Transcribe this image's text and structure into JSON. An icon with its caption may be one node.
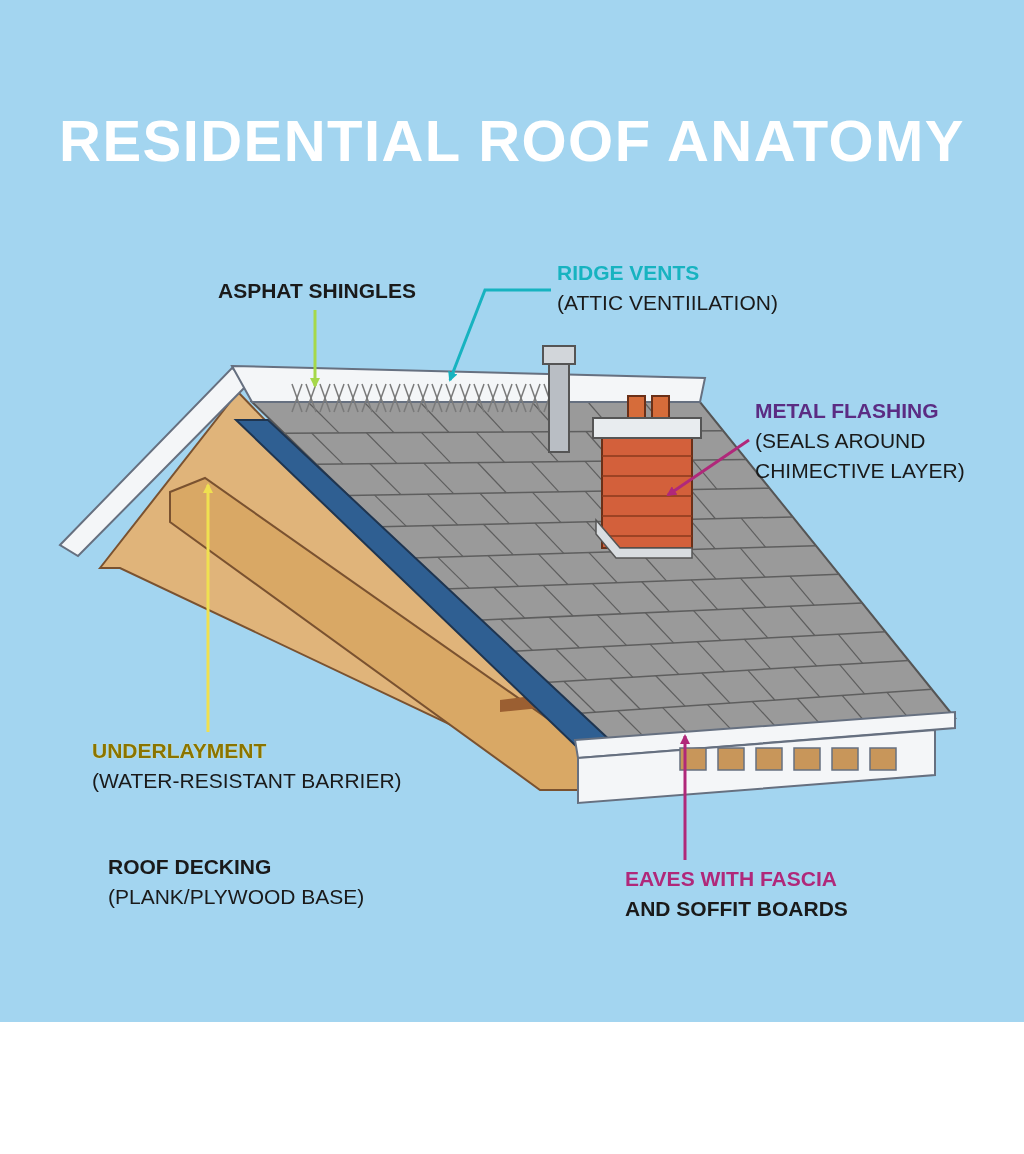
{
  "diagram": {
    "title": "RESIDENTIAL ROOF ANATOMY",
    "nodes": [
      {
        "text": [
          "ASPHAT SHINGLES"
        ]
      },
      {
        "text": [
          "RIDGE VENTS",
          "(ATTIC VENTIILATION)"
        ]
      },
      {
        "text": [
          "METAL FLASHING",
          "(SEALS AROUND CHIMECTIVE LAYER)"
        ]
      },
      {
        "text": [
          "UNDERLAYMENT",
          "(WATER-RESISTANT BARRIER)"
        ]
      },
      {
        "text": [
          "EAVES WITH FASCIA",
          "AND SOFFIT BOARDS"
        ]
      }
    ],
    "edges": [
      {
        "from": 0,
        "to": null,
        "arrow": "to",
        "color": "#a6d84a"
      },
      {
        "from": 1,
        "to": null,
        "arrow": "to",
        "color": "#17b3c0"
      },
      {
        "from": 2,
        "to": null,
        "arrow": "to",
        "color": "#b0287a"
      },
      {
        "from": 3,
        "to": null,
        "arrow": "to",
        "color": "#f0e050"
      },
      {
        "from": 4,
        "to": null,
        "arrow": "to",
        "color": "#b0287a"
      }
    ],
    "labels": [
      "ROOF DECKING",
      "(PLANK/PLYWOOD BASE)"
    ]
  }
}
